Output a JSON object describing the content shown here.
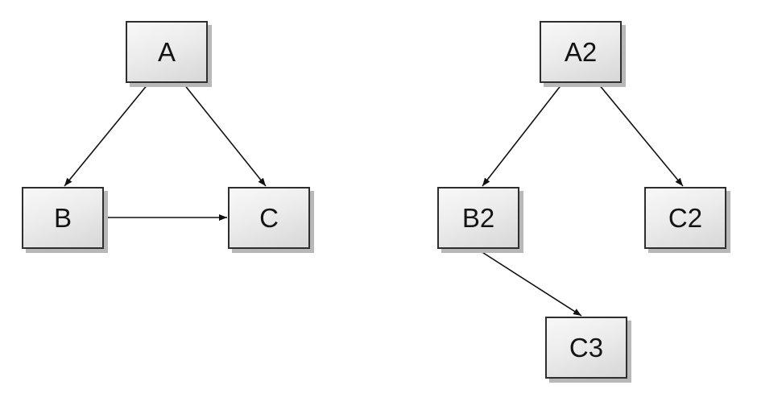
{
  "diagram": {
    "description": "Two directed dependency graphs with labeled boxes and arrow connections",
    "nodes": {
      "a": {
        "label": "A"
      },
      "b": {
        "label": "B"
      },
      "c": {
        "label": "C"
      },
      "a2": {
        "label": "A2"
      },
      "b2": {
        "label": "B2"
      },
      "c2": {
        "label": "C2"
      },
      "c3": {
        "label": "C3"
      }
    },
    "edges": [
      {
        "from": "A",
        "to": "B"
      },
      {
        "from": "A",
        "to": "C"
      },
      {
        "from": "B",
        "to": "C"
      },
      {
        "from": "A2",
        "to": "B2"
      },
      {
        "from": "A2",
        "to": "C2"
      },
      {
        "from": "B2",
        "to": "C3"
      }
    ]
  },
  "colors": {
    "node_border": "#2e2e2e",
    "node_fill_light": "#f8f8f8",
    "node_fill_dark": "#d7d7d7",
    "shadow": "#b8b8b8",
    "edge_color": "#111111",
    "background": "#ffffff",
    "label_color": "#141414"
  }
}
